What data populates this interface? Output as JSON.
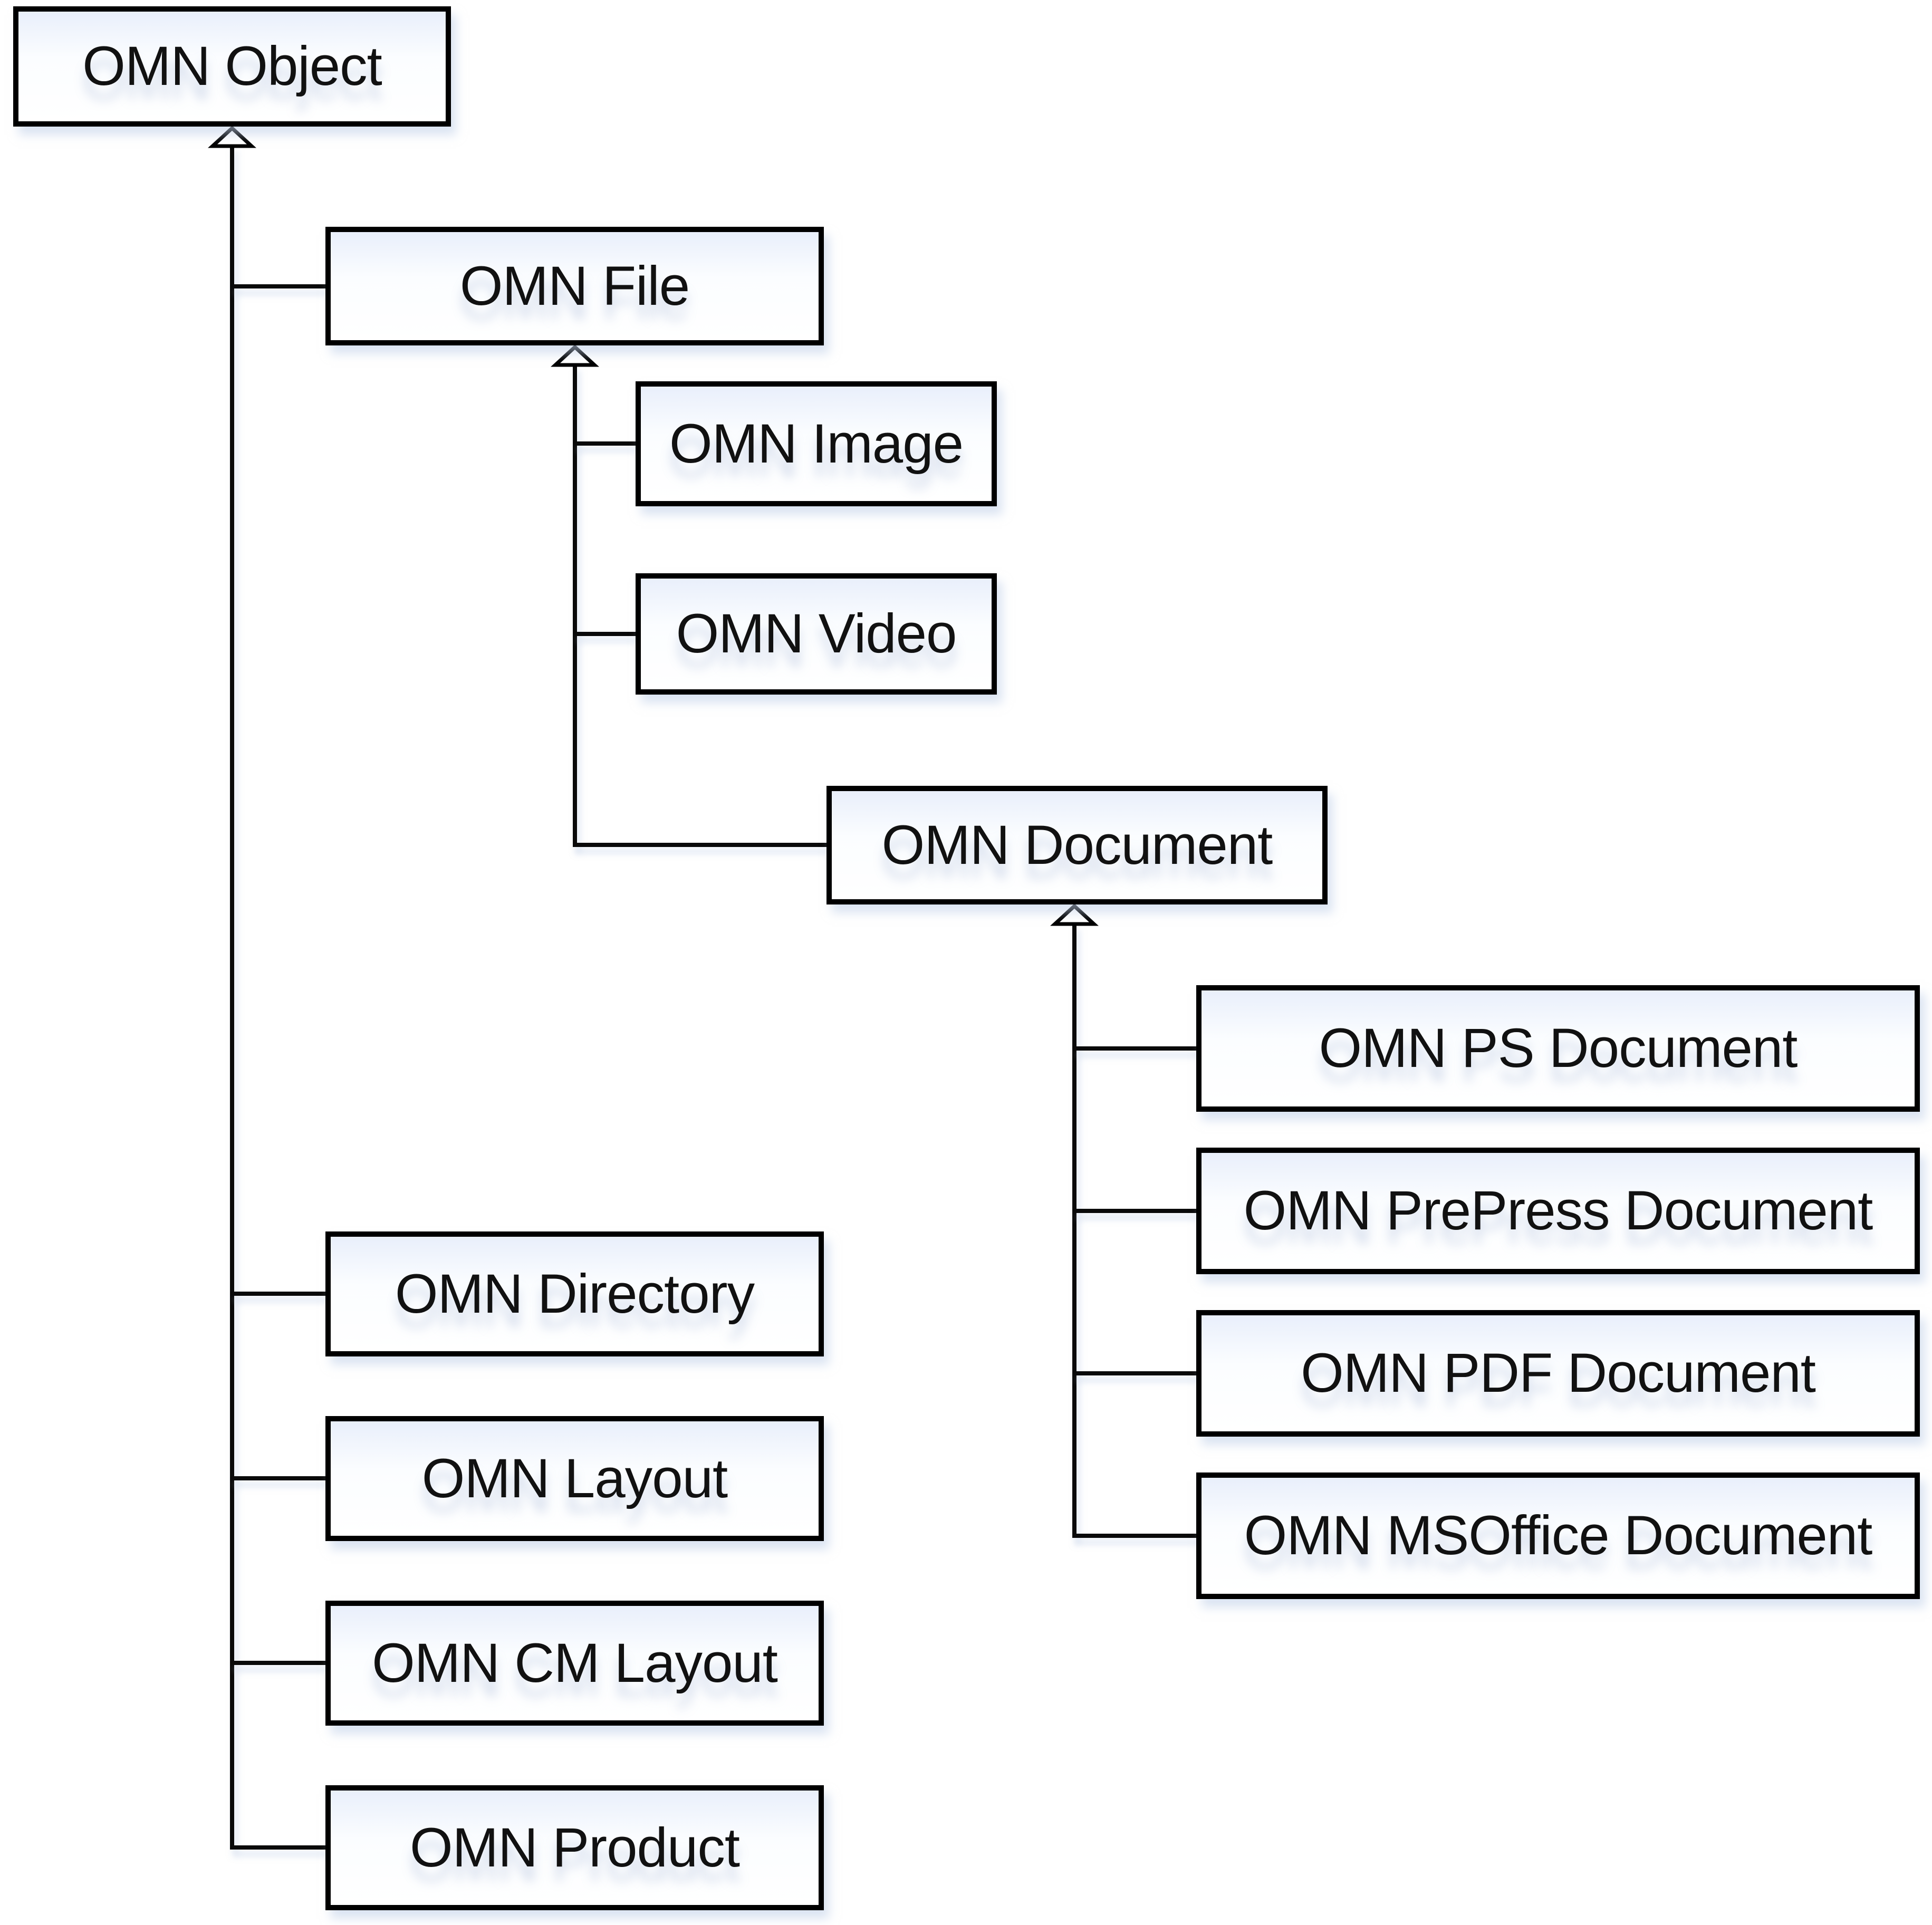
{
  "diagram": {
    "type": "class-hierarchy",
    "edge_style": "generalization (hollow triangle points to parent)",
    "root": "OMN Object",
    "nodes": [
      {
        "id": "object",
        "label": "OMN Object"
      },
      {
        "id": "file",
        "label": "OMN File"
      },
      {
        "id": "image",
        "label": "OMN Image"
      },
      {
        "id": "video",
        "label": "OMN Video"
      },
      {
        "id": "document",
        "label": "OMN Document"
      },
      {
        "id": "ps",
        "label": "OMN PS Document"
      },
      {
        "id": "prepress",
        "label": "OMN PrePress Document"
      },
      {
        "id": "pdf",
        "label": "OMN PDF Document"
      },
      {
        "id": "msoffice",
        "label": "OMN MSOffice Document"
      },
      {
        "id": "directory",
        "label": "OMN Directory"
      },
      {
        "id": "layout",
        "label": "OMN Layout"
      },
      {
        "id": "cmlayout",
        "label": "OMN CM Layout"
      },
      {
        "id": "product",
        "label": "OMN Product"
      }
    ],
    "edges": [
      {
        "from": "file",
        "to": "object",
        "type": "generalization"
      },
      {
        "from": "directory",
        "to": "object",
        "type": "generalization"
      },
      {
        "from": "layout",
        "to": "object",
        "type": "generalization"
      },
      {
        "from": "cmlayout",
        "to": "object",
        "type": "generalization"
      },
      {
        "from": "product",
        "to": "object",
        "type": "generalization"
      },
      {
        "from": "image",
        "to": "file",
        "type": "generalization"
      },
      {
        "from": "video",
        "to": "file",
        "type": "generalization"
      },
      {
        "from": "document",
        "to": "file",
        "type": "generalization"
      },
      {
        "from": "ps",
        "to": "document",
        "type": "generalization"
      },
      {
        "from": "prepress",
        "to": "document",
        "type": "generalization"
      },
      {
        "from": "pdf",
        "to": "document",
        "type": "generalization"
      },
      {
        "from": "msoffice",
        "to": "document",
        "type": "generalization"
      }
    ]
  },
  "icons": {
    "inheritance_arrow": "hollow-triangle-up"
  },
  "colors": {
    "background": "#ffffff",
    "box_border": "#000000",
    "box_fill": "#ffffff",
    "box_fill_top": "#e9effb",
    "connector": "#0a0a0a",
    "shadow": "#becde8",
    "text": "#111111"
  }
}
